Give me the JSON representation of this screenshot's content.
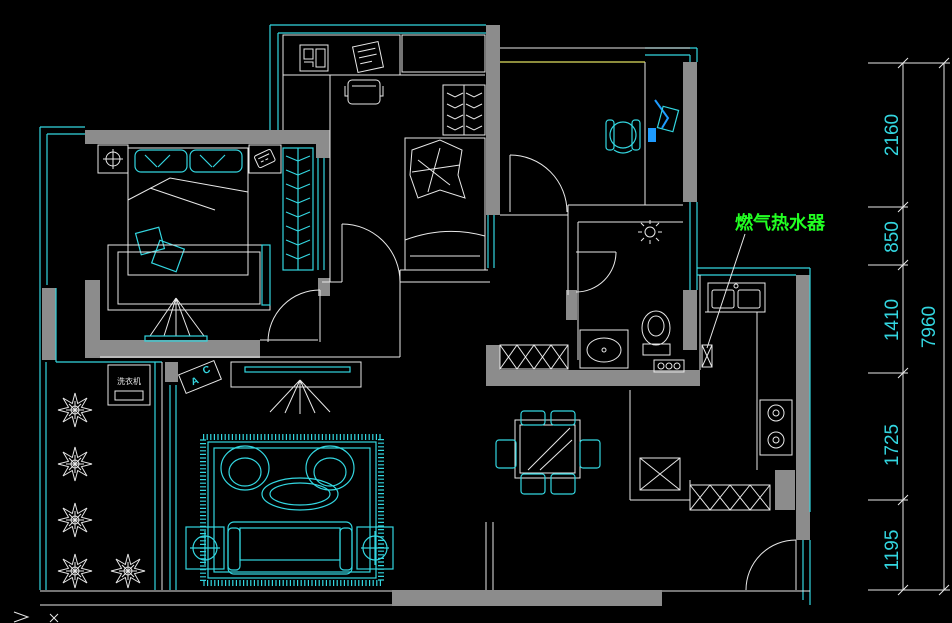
{
  "annotation": {
    "gas_water_heater": "燃气热水器"
  },
  "dimensions": {
    "segments": [
      2160,
      850,
      1410,
      1725,
      1195
    ],
    "total": 7960
  },
  "fixture_labels": {
    "washing_machine": "洗衣机",
    "tag_a": "A",
    "tag_c": "C"
  },
  "colors": {
    "background": "#000000",
    "wall": "#8c8c8c",
    "cyan": "#33d6e0",
    "white": "#e8e8e8",
    "green": "#22ff22",
    "yellow": "#e0e060",
    "blue": "#1e9bff"
  }
}
